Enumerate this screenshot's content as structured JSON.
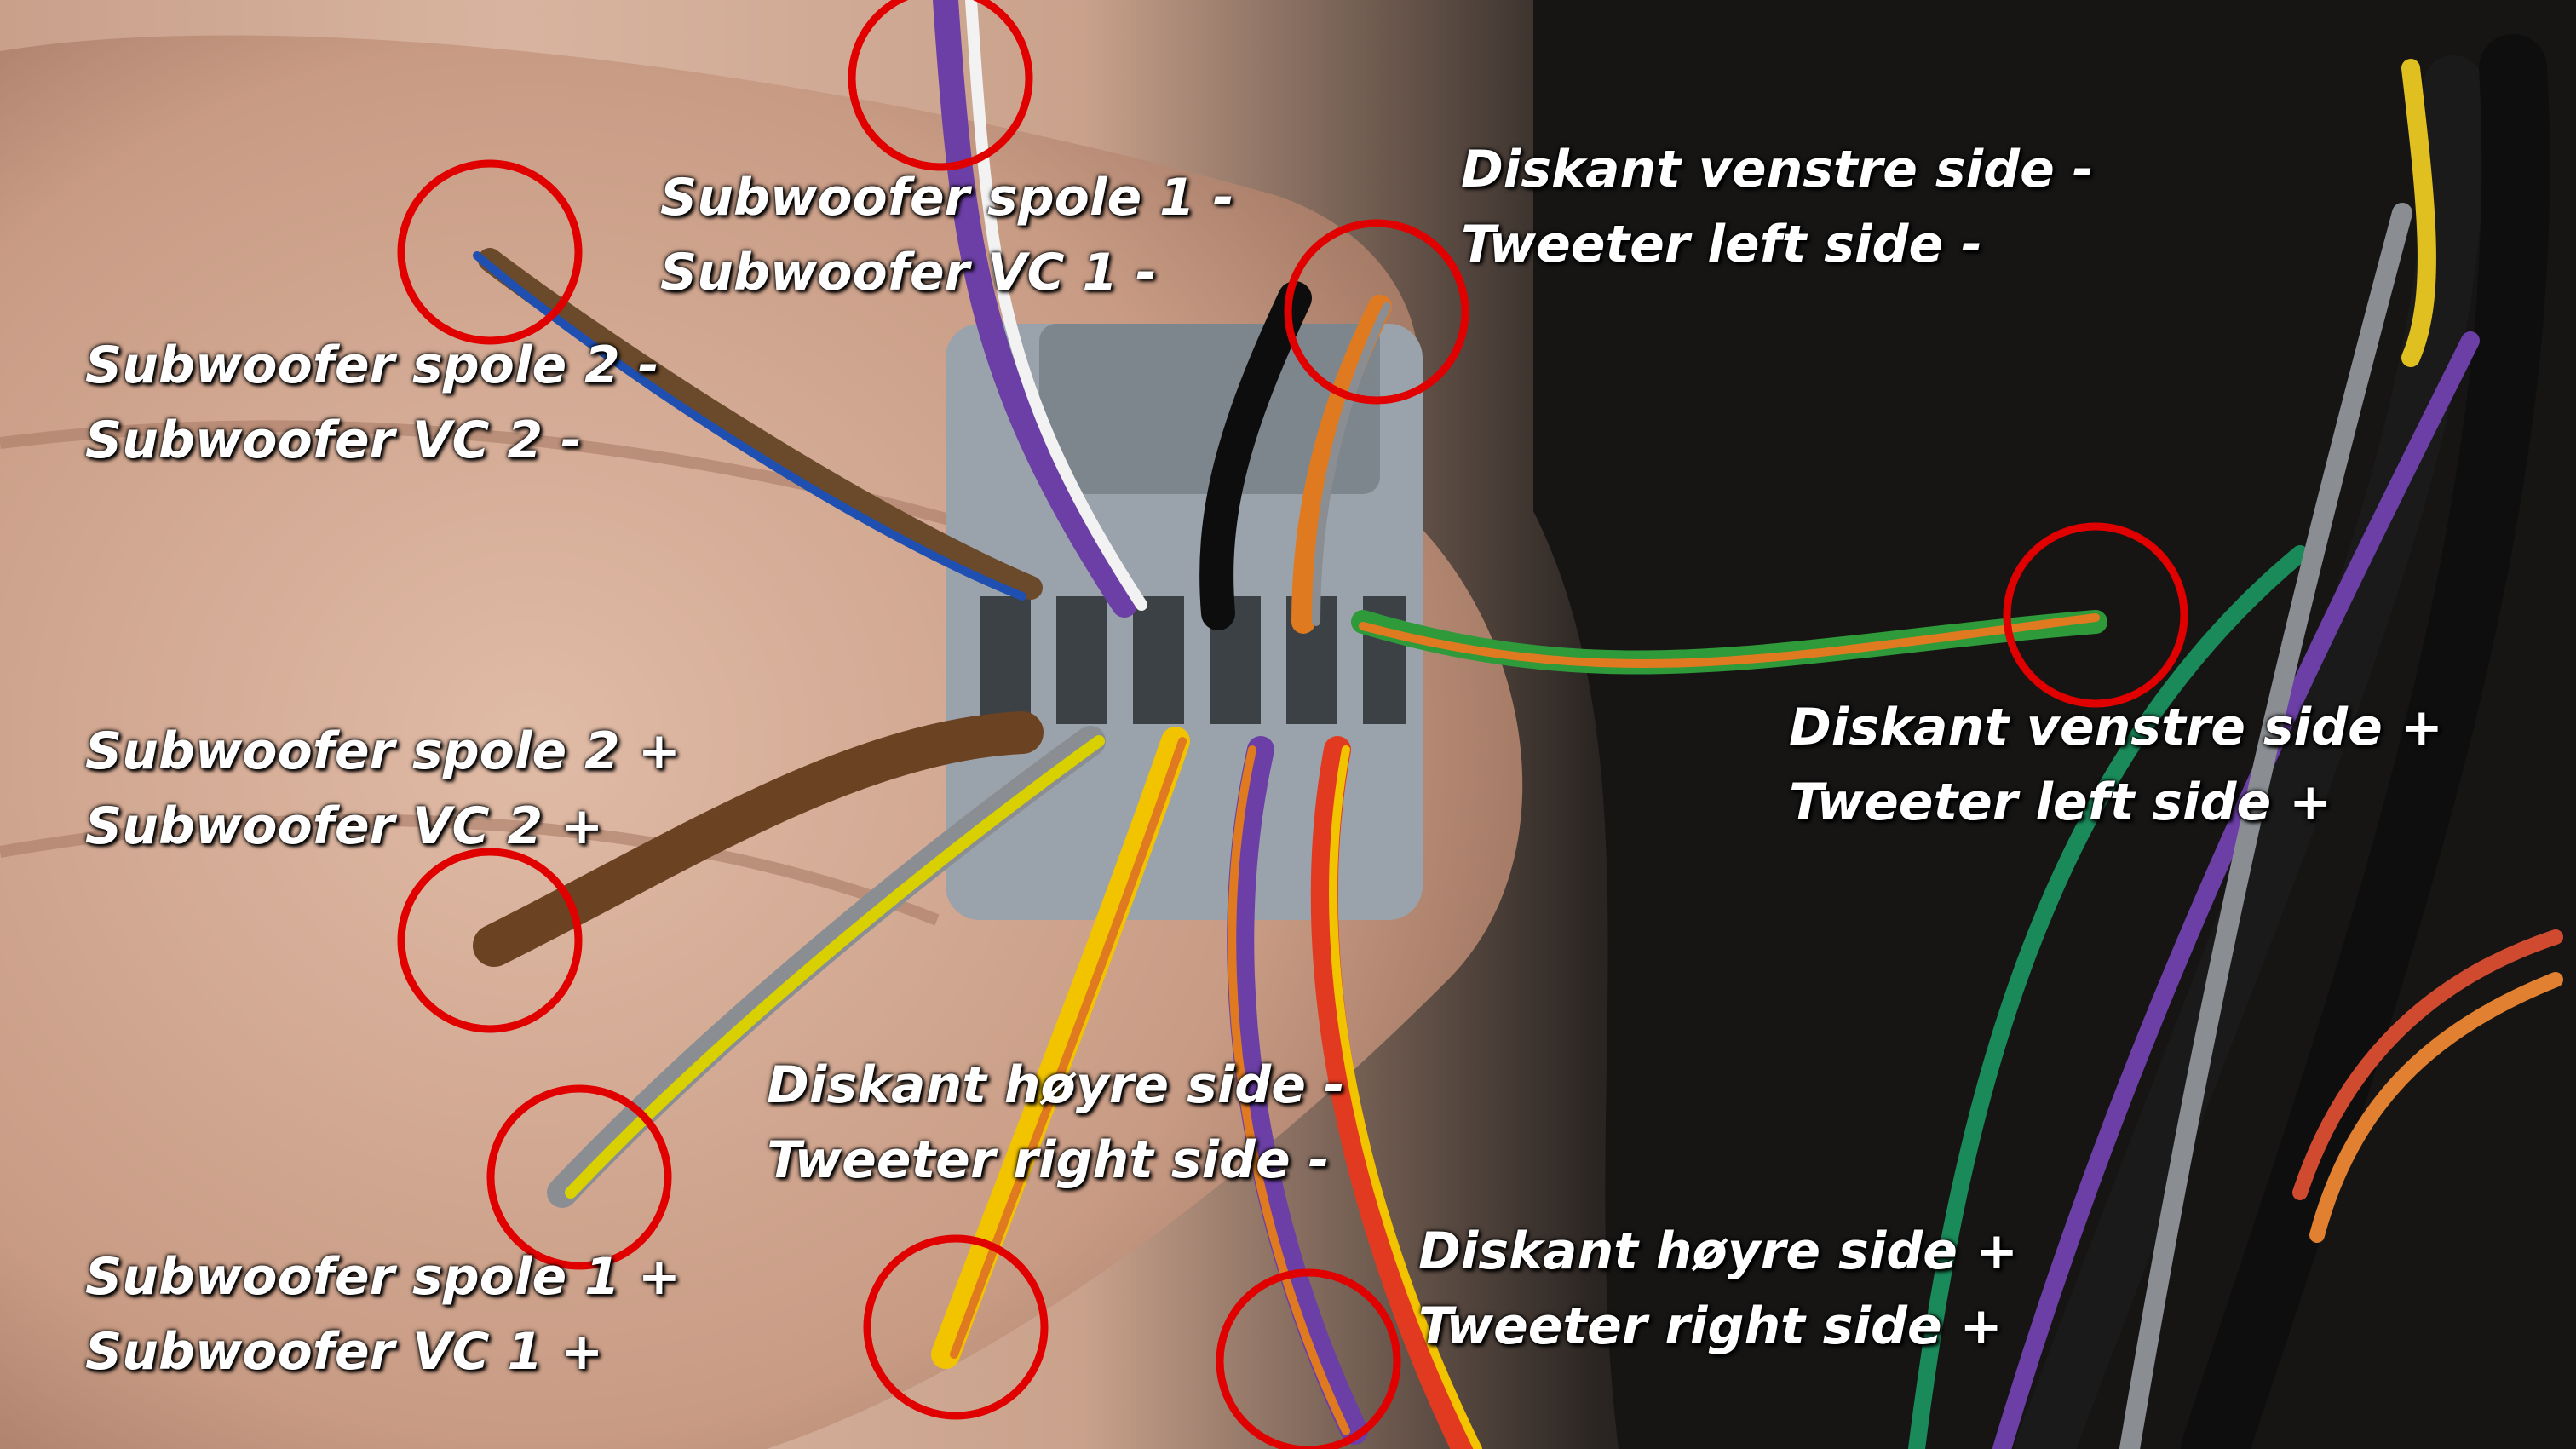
{
  "labels": {
    "sub_vc1_minus": {
      "line1": "Subwoofer spole 1 -",
      "line2": "Subwoofer VC 1 -"
    },
    "sub_vc2_minus": {
      "line1": "Subwoofer spole 2 -",
      "line2": "Subwoofer VC 2 -"
    },
    "tweeter_left_minus": {
      "line1": "Diskant venstre side -",
      "line2": "Tweeter left side -"
    },
    "tweeter_left_plus": {
      "line1": "Diskant venstre side +",
      "line2": "Tweeter left side +"
    },
    "sub_vc2_plus": {
      "line1": "Subwoofer spole 2 +",
      "line2": "Subwoofer VC 2 +"
    },
    "tweeter_right_minus": {
      "line1": "Diskant høyre side -",
      "line2": "Tweeter right side -"
    },
    "tweeter_right_plus": {
      "line1": "Diskant høyre side +",
      "line2": "Tweeter right side +"
    },
    "sub_vc1_plus": {
      "line1": "Subwoofer spole 1 +",
      "line2": "Subwoofer VC 1 +"
    }
  },
  "colors": {
    "marker": "#e00000",
    "skin": "#d2ab96",
    "connector": "#9aa3ab",
    "background_dark": "#151413",
    "label_text": "#ffffff"
  }
}
